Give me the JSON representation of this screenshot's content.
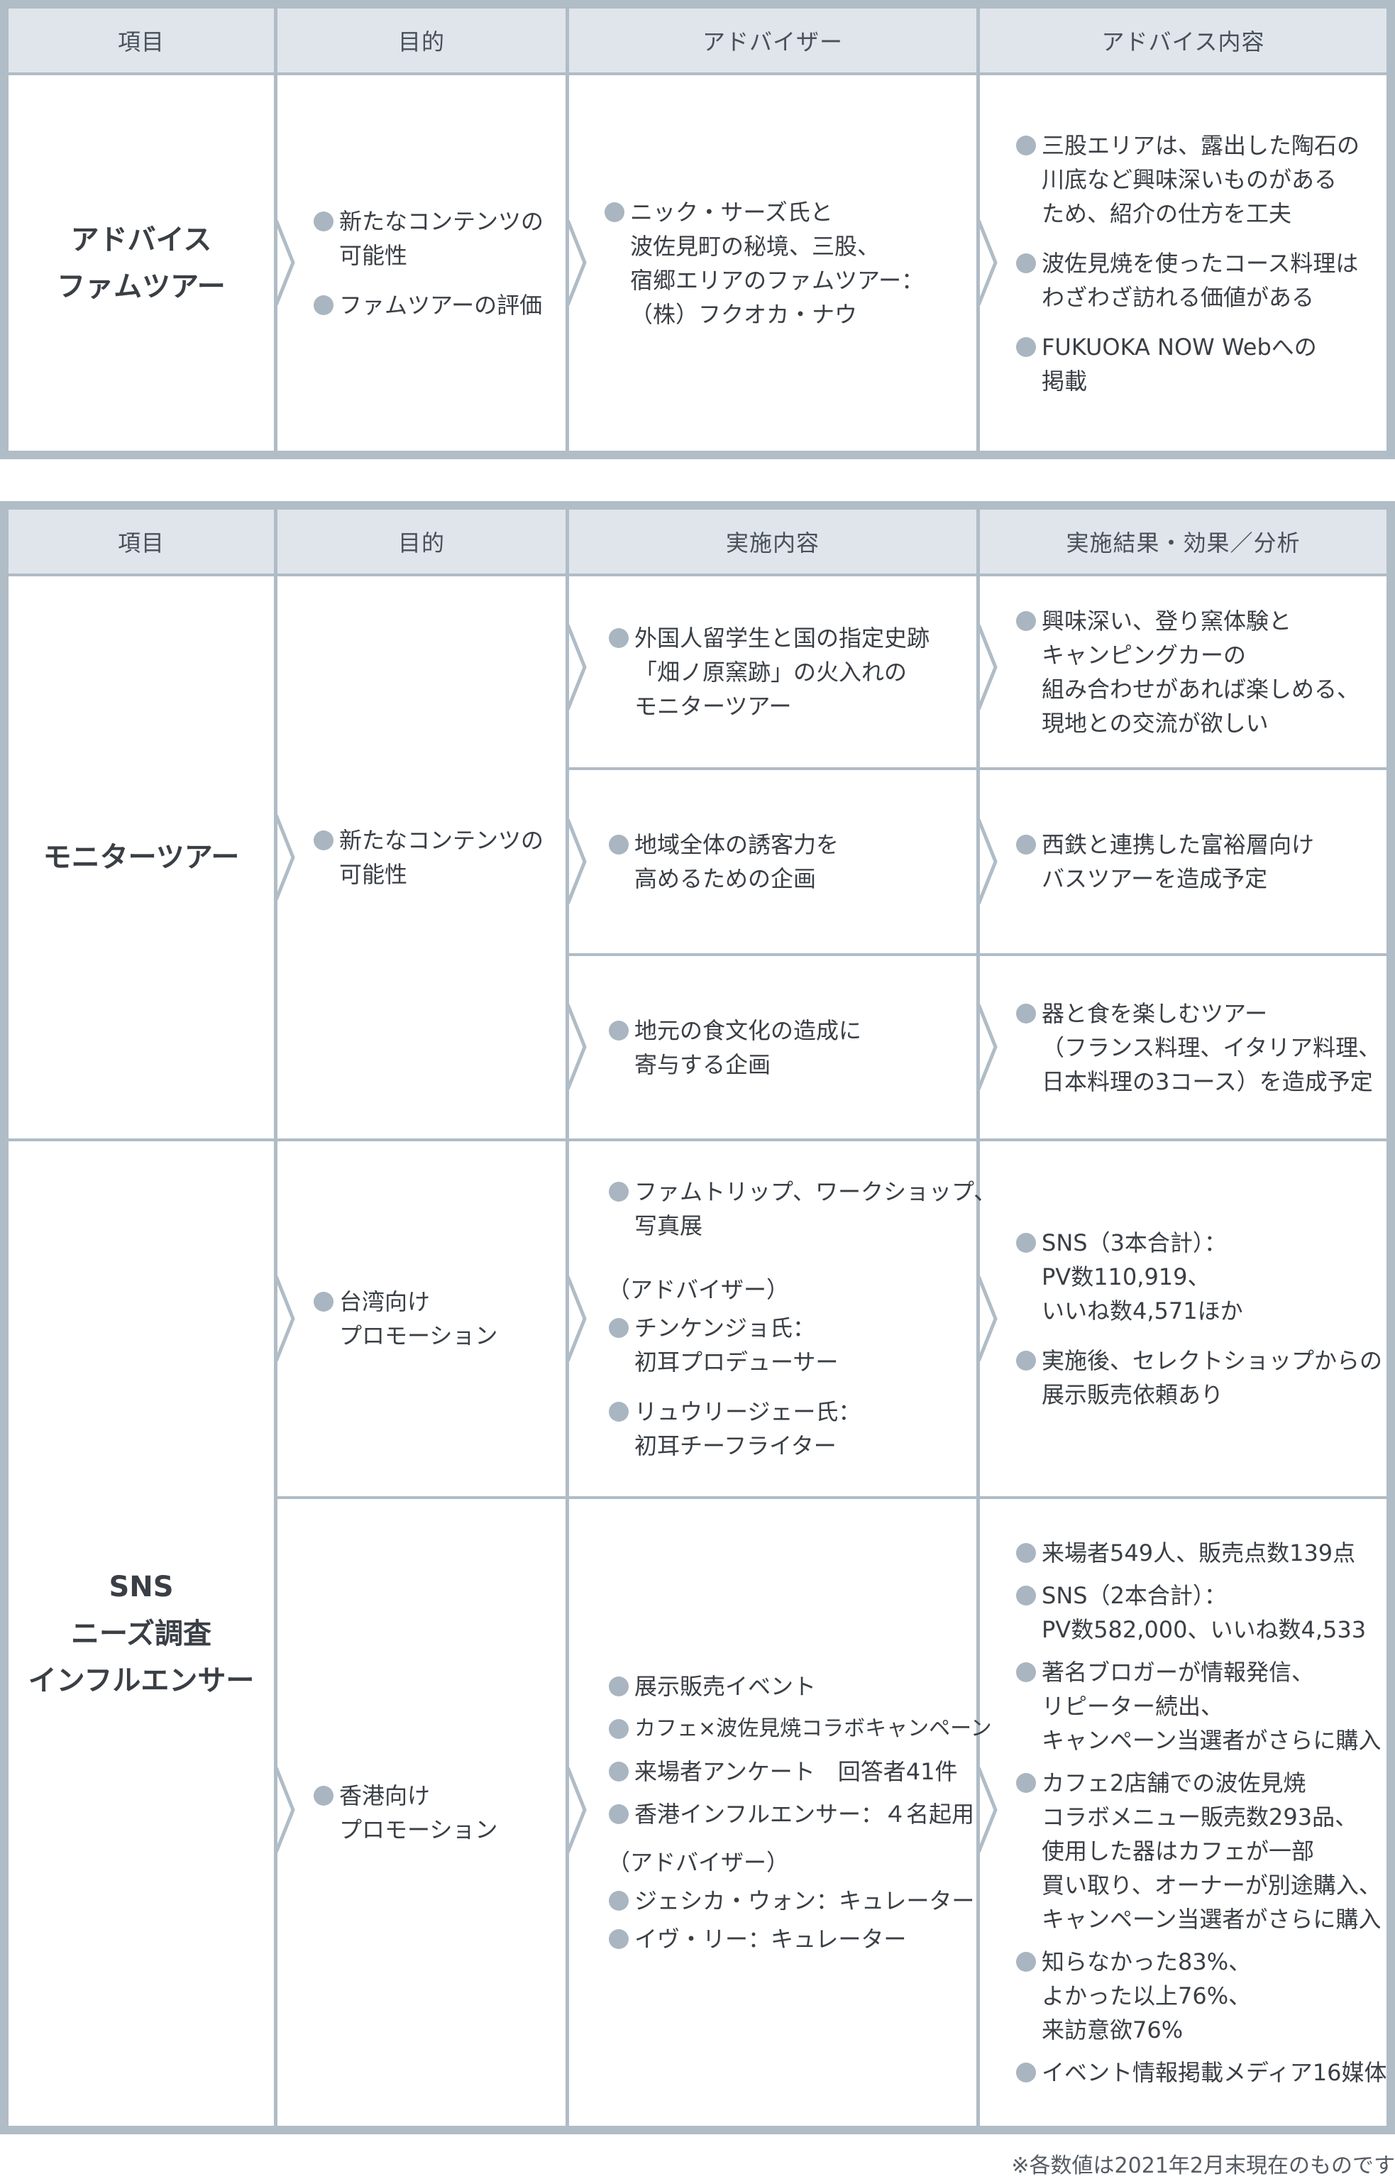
{
  "table1": {
    "headers": [
      "項目",
      "目的",
      "アドバイザー",
      "アドバイス内容"
    ],
    "title_lines": [
      "アドバイス",
      "ファムツアー"
    ],
    "purpose": [
      [
        "新たなコンテンツの",
        "可能性"
      ],
      [
        "ファムツアーの評価"
      ]
    ],
    "advisor": [
      [
        "ニック・サーズ氏と",
        "波佐見町の秘境、三股、",
        "宿郷エリアのファムツアー：",
        "（株）フクオカ・ナウ"
      ]
    ],
    "content": [
      [
        "三股エリアは、露出した陶石の",
        "川底など興味深いものがある",
        "ため、紹介の仕方を工夫"
      ],
      [
        "波佐見焼を使ったコース料理は",
        "わざわざ訪れる価値がある"
      ],
      [
        "FUKUOKA NOW Webへの",
        "掲載"
      ]
    ]
  },
  "table2": {
    "headers": [
      "項目",
      "目的",
      "実施内容",
      "実施結果・効果／分析"
    ],
    "monitor": {
      "title_lines": [
        "モニターツアー"
      ],
      "purpose": [
        [
          "新たなコンテンツの",
          "可能性"
        ]
      ],
      "rows": [
        {
          "impl": [
            [
              "外国人留学生と国の指定史跡",
              "「畑ノ原窯跡」の火入れの",
              "モニターツアー"
            ]
          ],
          "result": [
            [
              "興味深い、登り窯体験と",
              "キャンピングカーの",
              "組み合わせがあれば楽しめる、",
              "現地との交流が欲しい"
            ]
          ]
        },
        {
          "impl": [
            [
              "地域全体の誘客力を",
              "高めるための企画"
            ]
          ],
          "result": [
            [
              "西鉄と連携した富裕層向け",
              "バスツアーを造成予定"
            ]
          ]
        },
        {
          "impl": [
            [
              "地元の食文化の造成に",
              "寄与する企画"
            ]
          ],
          "result": [
            [
              "器と食を楽しむツアー",
              "（フランス料理、イタリア料理、",
              "日本料理の3コース）を造成予定"
            ]
          ]
        }
      ]
    },
    "sns": {
      "title_lines": [
        "SNS",
        "ニーズ調査",
        "インフルエンサー"
      ],
      "taiwan": {
        "purpose": [
          [
            "台湾向け",
            "プロモーション"
          ]
        ],
        "impl_top": [
          [
            "ファムトリップ、ワークショップ、",
            "写真展"
          ]
        ],
        "advisor_label": "（アドバイザー）",
        "impl_advisors": [
          [
            "チンケンジョ氏：",
            "初耳プロデューサー"
          ],
          [
            "リュウリージェー氏：",
            "初耳チーフライター"
          ]
        ],
        "result": [
          [
            "SNS（3本合計）：",
            "PV数110,919、",
            "いいね数4,571ほか"
          ],
          [
            "実施後、セレクトショップからの",
            "展示販売依頼あり"
          ]
        ]
      },
      "hongkong": {
        "purpose": [
          [
            "香港向け",
            "プロモーション"
          ]
        ],
        "impl_top": [
          [
            "展示販売イベント"
          ],
          [
            "カフェ×波佐見焼コラボキャンペーン"
          ],
          [
            "来場者アンケート　回答者41件"
          ],
          [
            "香港インフルエンサー：４名起用"
          ]
        ],
        "advisor_label": "（アドバイザー）",
        "impl_advisors": [
          [
            "ジェシカ・ウォン：キュレーター"
          ],
          [
            "イヴ・リー：キュレーター"
          ]
        ],
        "result": [
          [
            "来場者549人、販売点数139点"
          ],
          [
            "SNS（2本合計）：",
            "PV数582,000、いいね数4,533"
          ],
          [
            "著名ブロガーが情報発信、",
            "リピーター続出、",
            "キャンペーン当選者がさらに購入"
          ],
          [
            "カフェ2店舗での波佐見焼",
            "コラボメニュー販売数293品、",
            "使用した器はカフェが一部",
            "買い取り、オーナーが別途購入、",
            "キャンペーン当選者がさらに購入"
          ],
          [
            "知らなかった83%、",
            "よかった以上76%、",
            "来訪意欲76%"
          ],
          [
            "イベント情報掲載メディア16媒体"
          ]
        ]
      }
    }
  },
  "footnote": "※各数値は2021年2月末現在のものです"
}
